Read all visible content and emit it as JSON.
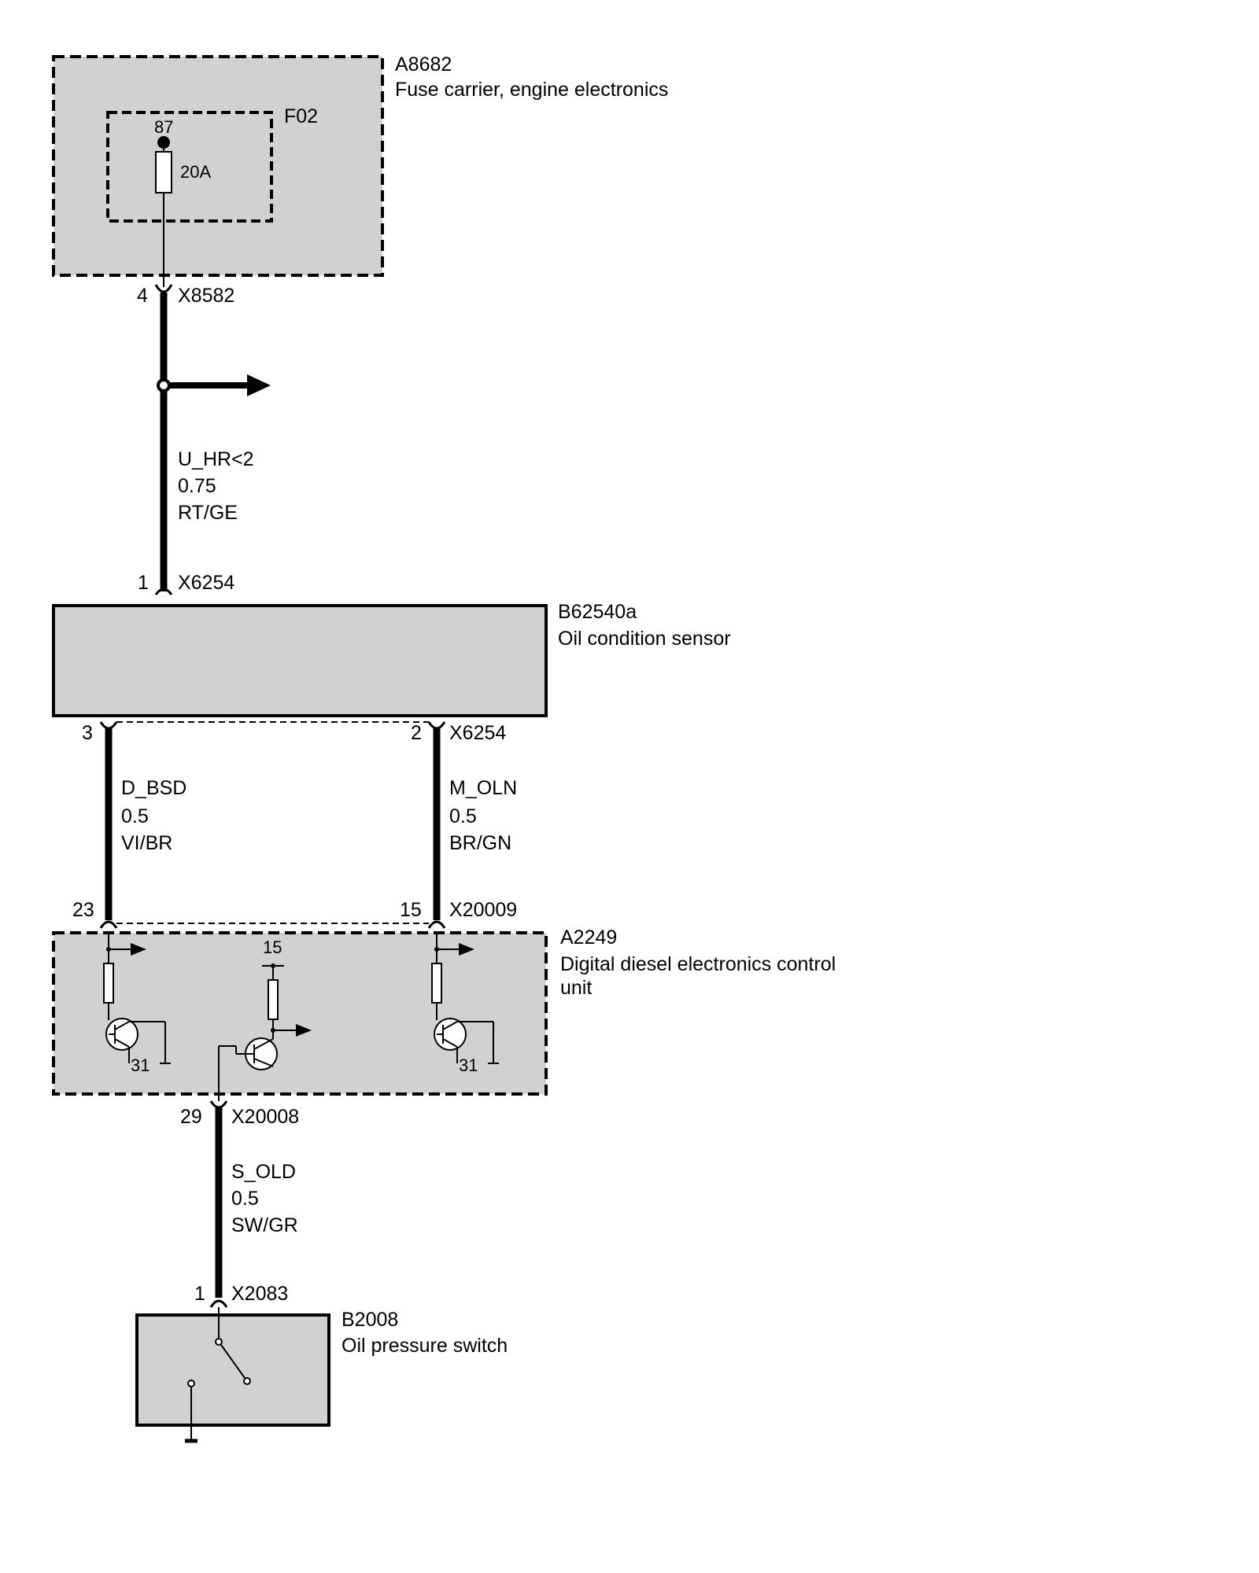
{
  "components": {
    "fuse_carrier": {
      "id": "A8682",
      "name": "Fuse carrier, engine electronics"
    },
    "fuse": {
      "id": "F02",
      "pin": "87",
      "rating": "20A"
    },
    "oil_condition_sensor": {
      "id": "B62540a",
      "name": "Oil condition sensor"
    },
    "control_unit": {
      "id": "A2249",
      "name_line1": "Digital diesel electronics control",
      "name_line2": "unit",
      "ground_left": "31",
      "supply_label": "15",
      "ground_right": "31"
    },
    "oil_pressure_switch": {
      "id": "B2008",
      "name": "Oil pressure switch"
    }
  },
  "connectors": {
    "x8582": {
      "pin": "4",
      "name": "X8582"
    },
    "x6254_top": {
      "pin": "1",
      "name": "X6254"
    },
    "x6254_left": {
      "pin": "3"
    },
    "x6254_right": {
      "pin": "2",
      "name": "X6254"
    },
    "x20009_left": {
      "pin": "23"
    },
    "x20009_right": {
      "pin": "15",
      "name": "X20009"
    },
    "x20008": {
      "pin": "29",
      "name": "X20008"
    },
    "x2083": {
      "pin": "1",
      "name": "X2083"
    }
  },
  "wires": {
    "supply": {
      "signal": "U_HR<2",
      "size": "0.75",
      "color": "RT/GE"
    },
    "d_bsd": {
      "signal": "D_BSD",
      "size": "0.5",
      "color": "VI/BR"
    },
    "m_oln": {
      "signal": "M_OLN",
      "size": "0.5",
      "color": "BR/GN"
    },
    "s_old": {
      "signal": "S_OLD",
      "size": "0.5",
      "color": "SW/GR"
    }
  }
}
